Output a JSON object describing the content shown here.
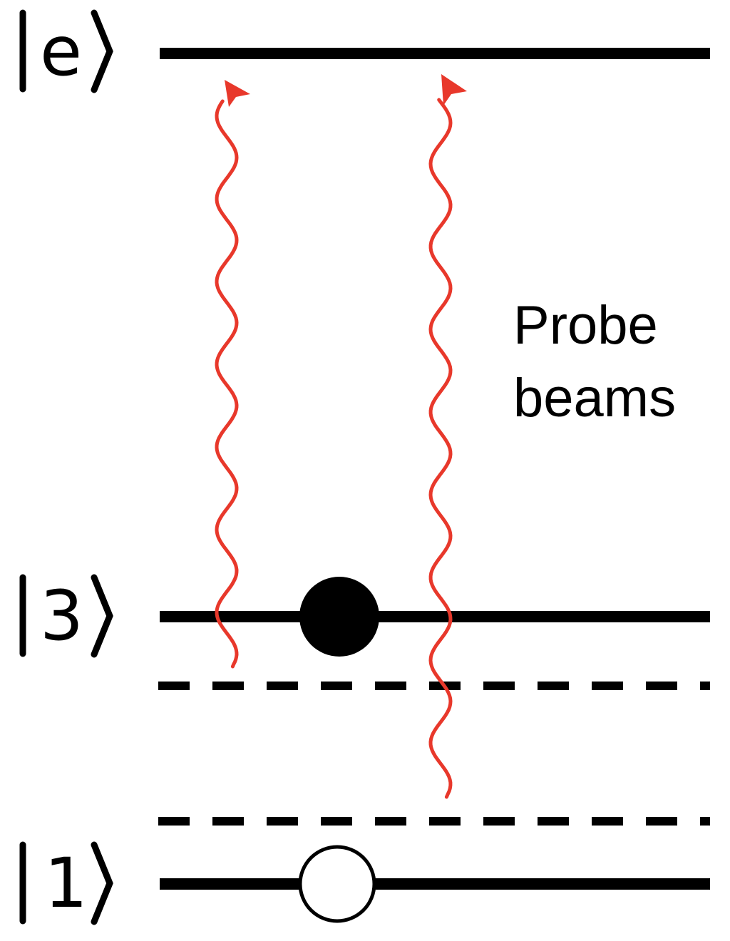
{
  "levels": {
    "excited": {
      "label": "e"
    },
    "level3": {
      "label": "3"
    },
    "level1": {
      "label": "1"
    }
  },
  "annotation": {
    "line1": "Probe",
    "line2": "beams"
  },
  "atom": {
    "level3": "filled",
    "level1": "empty"
  },
  "colors": {
    "lines": "#000000",
    "beam": "#e8382b",
    "atom_filled": "#000000",
    "atom_empty": "#ffffff"
  }
}
